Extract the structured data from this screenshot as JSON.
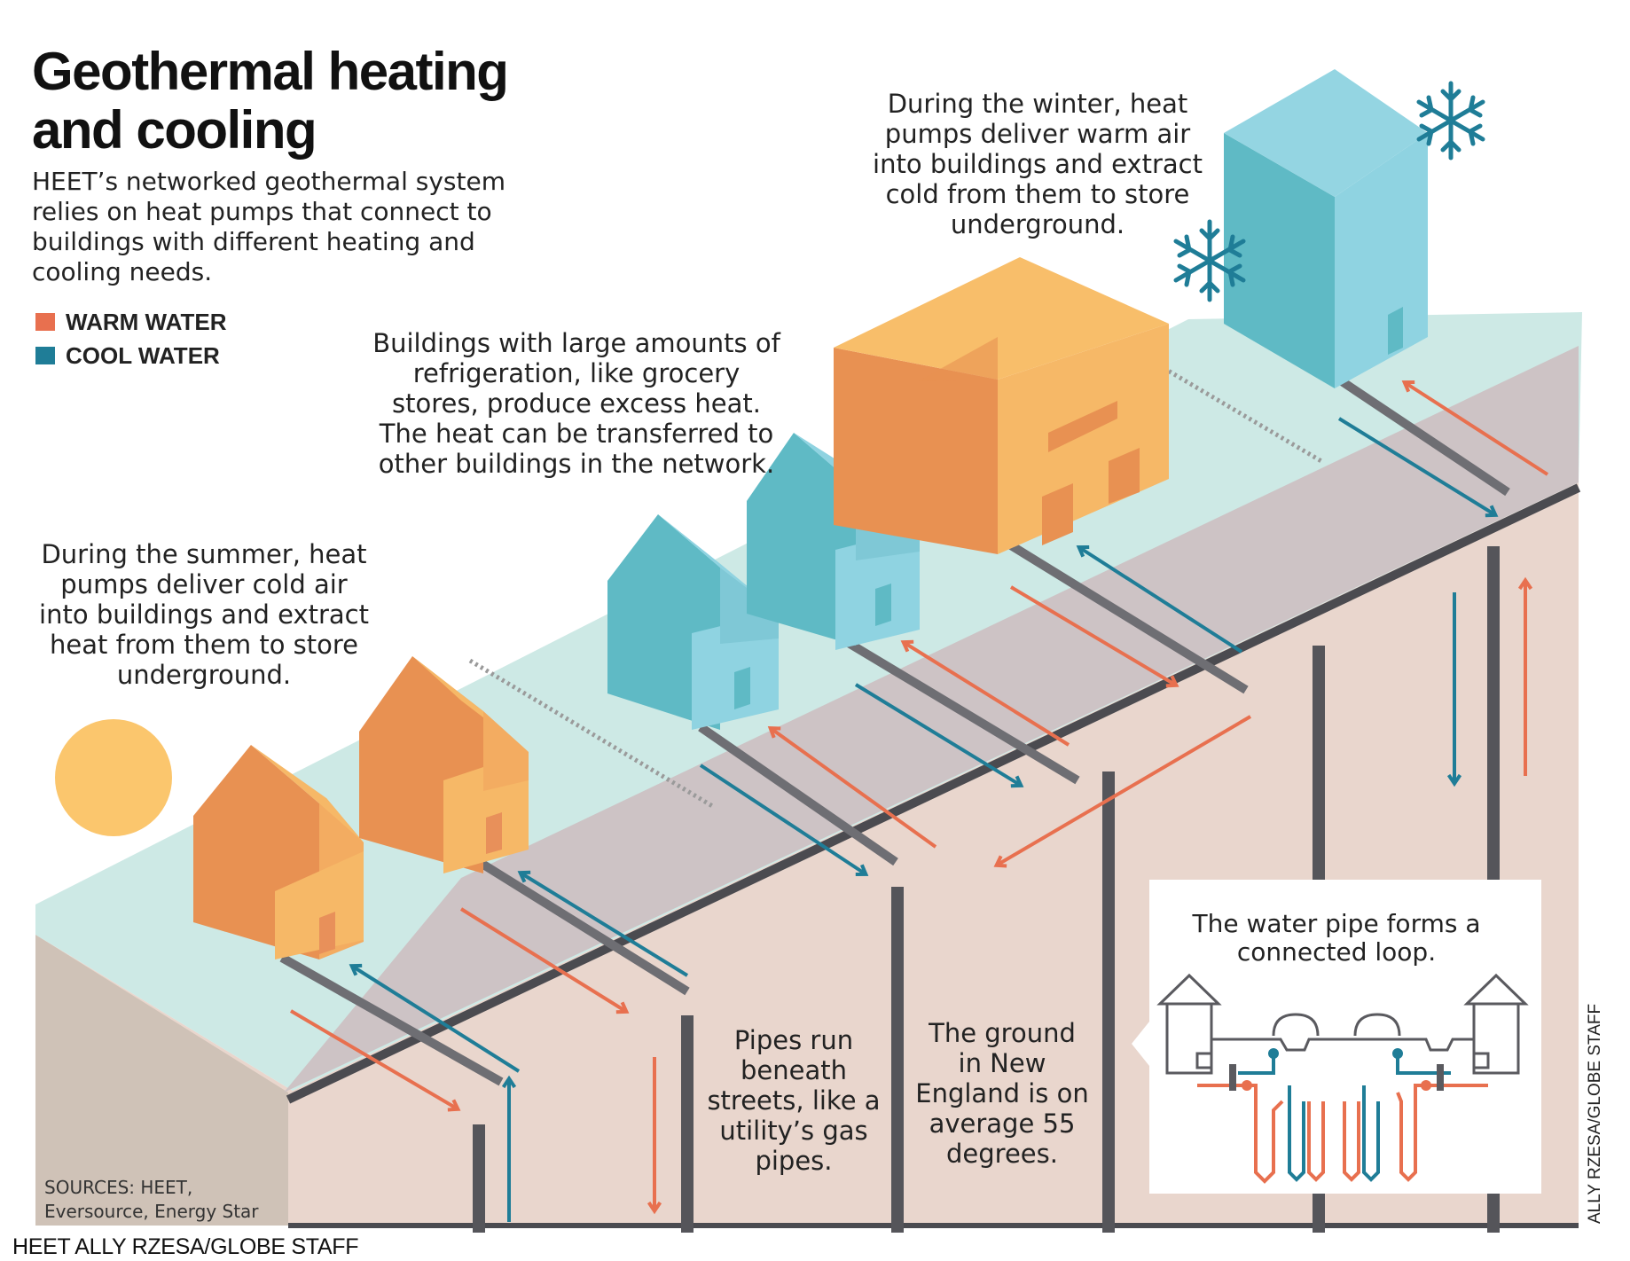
{
  "title": "Geothermal heating and cooling",
  "subtitle": "HEET’s networked geothermal system relies on heat pumps that connect to buildings with different heating and cooling needs.",
  "legend": [
    {
      "label": "WARM WATER",
      "color": "#e8704f"
    },
    {
      "label": "COOL WATER",
      "color": "#1f7d97"
    }
  ],
  "notes": {
    "winter": "During the winter, heat pumps deliver warm air into buildings and extract cold from them to store underground.",
    "grocery": "Buildings with large amounts of refrigeration, like grocery stores, produce excess heat. The heat can be transferred to other buildings in the network.",
    "summer": "During the summer, heat pumps deliver cold air into buildings and extract heat from them to store underground.",
    "pipes": "Pipes run beneath streets, like a utility’s gas pipes.",
    "ground": "The ground in New England is on average 55 degrees."
  },
  "inset": {
    "text": "The water pipe forms a connected loop."
  },
  "sources": "SOURCES: HEET, Eversource, Energy Star",
  "credit": "ALLY RZESA/GLOBE STAFF",
  "caption": "HEET ALLY RZESA/GLOBE STAFF",
  "colors": {
    "warm": "#e8704f",
    "cool": "#1f7d97",
    "house_orange_dark": "#e89152",
    "house_orange_light": "#f6b867",
    "house_blue_dark": "#5fbac5",
    "house_blue_light": "#8fd3e1",
    "sky_top": "#c9e7e3",
    "street": "#cdc3c5",
    "soil": "#e9d6cd",
    "pipe": "#5a5a5f",
    "sun": "#fbc66d"
  }
}
